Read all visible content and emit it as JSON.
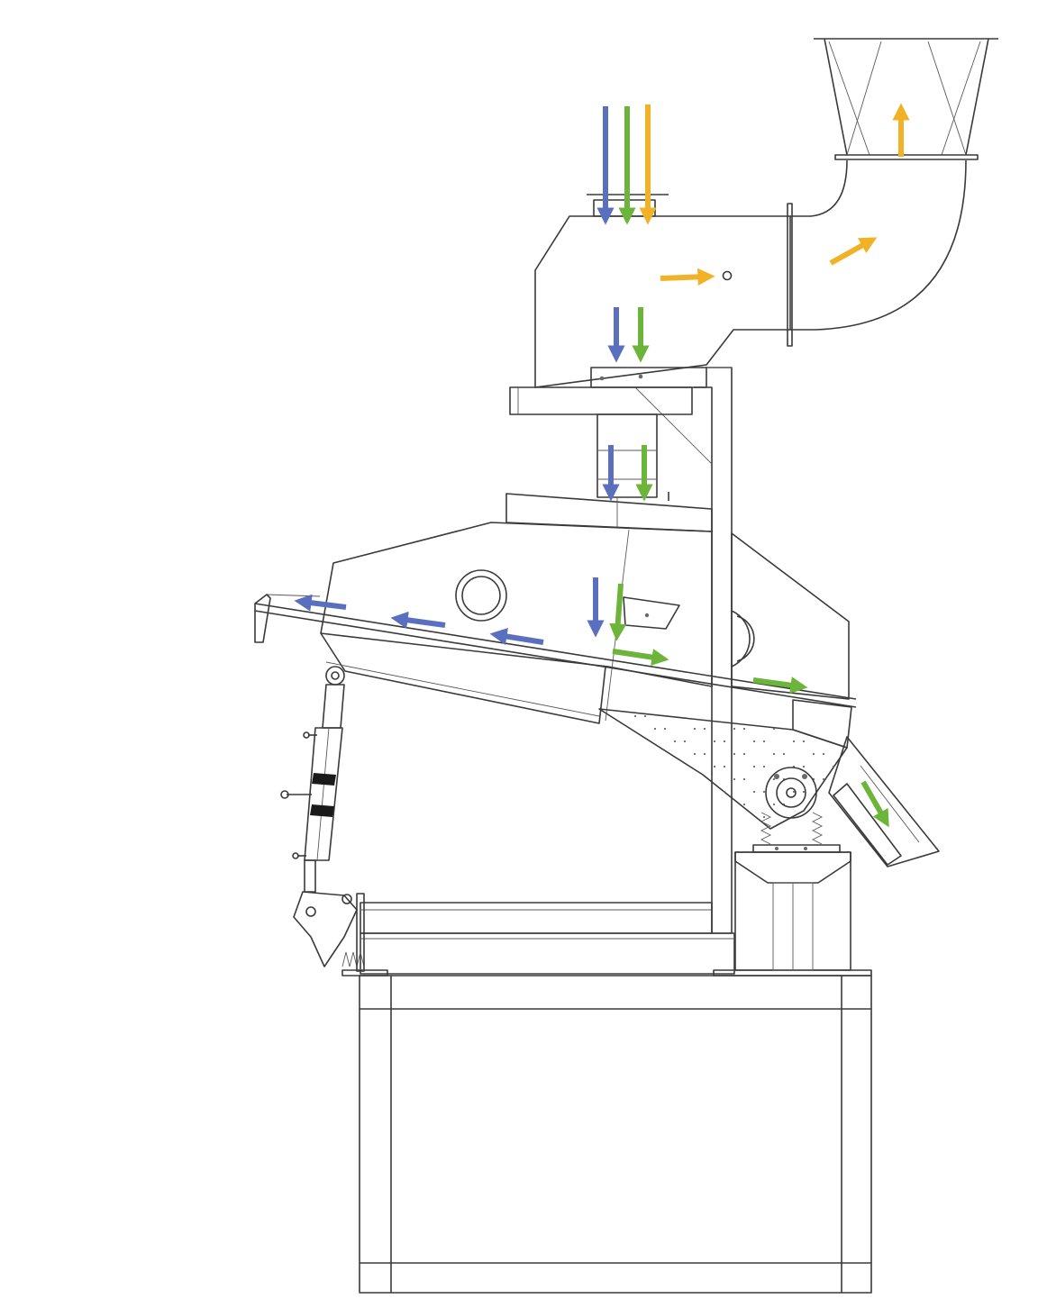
{
  "colors": {
    "line": "#3a3a3a",
    "flow_blue": "#5b6fbf",
    "flow_green": "#6cb43a",
    "flow_yellow": "#f2b227"
  },
  "flow_arrows": [
    {
      "stream": "blue",
      "direction": "down"
    },
    {
      "stream": "green",
      "direction": "down"
    },
    {
      "stream": "yellow",
      "direction": "down"
    },
    {
      "stream": "yellow",
      "direction": "right"
    },
    {
      "stream": "yellow",
      "direction": "up-right"
    },
    {
      "stream": "yellow",
      "direction": "up"
    },
    {
      "stream": "blue",
      "direction": "down"
    },
    {
      "stream": "green",
      "direction": "down"
    },
    {
      "stream": "blue",
      "direction": "down"
    },
    {
      "stream": "green",
      "direction": "down"
    },
    {
      "stream": "blue",
      "direction": "down"
    },
    {
      "stream": "green",
      "direction": "down"
    },
    {
      "stream": "blue",
      "direction": "left"
    },
    {
      "stream": "blue",
      "direction": "left"
    },
    {
      "stream": "blue",
      "direction": "left"
    },
    {
      "stream": "green",
      "direction": "right"
    },
    {
      "stream": "green",
      "direction": "right"
    },
    {
      "stream": "green",
      "direction": "down-right"
    }
  ]
}
